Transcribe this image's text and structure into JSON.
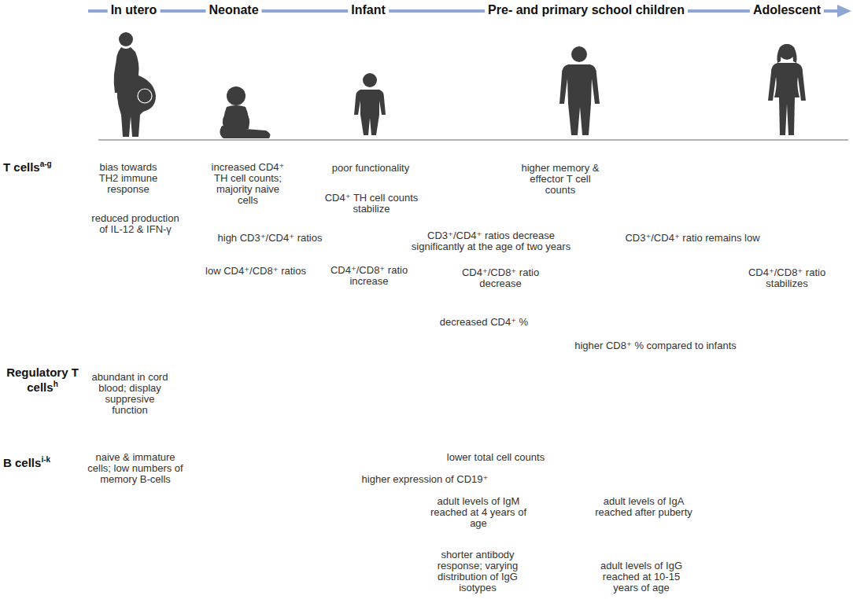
{
  "diagram": {
    "labels": [
      "In utero",
      "Neonate",
      "Infant",
      "Pre- and primary school children",
      "Adolescent",
      "T cells",
      "a-g",
      "Regulatory T cells",
      "h",
      "B cells",
      "i-k",
      "bias towards TH2 immune response",
      "reduced production of IL-12 & IFN-γ",
      "increased CD4⁺ TH cell counts; majority naive cells",
      "high CD3⁺/CD4⁺ ratios",
      "low CD4⁺/CD8⁺ ratios",
      "poor functionality",
      "CD4⁺ TH cell counts stabilize",
      "CD3⁺/CD4⁺ ratios decrease significantly at the age of two years",
      "CD3⁺/CD4⁺ ratio remains low",
      "CD4⁺/CD8⁺ ratio increase",
      "CD4⁺/CD8⁺ ratio decrease",
      "CD4⁺/CD8⁺ ratio stabilizes",
      "higher memory & effector T cell counts",
      "decreased CD4⁺ %",
      "higher CD8⁺ % compared to infants",
      "abundant in cord blood; display suppresive function",
      "naive & immature cells; low numbers of memory B-cells",
      "lower total cell counts",
      "higher expression of CD19⁺",
      "adult levels of IgM reached at 4 years of age",
      "adult levels of IgA reached after puberty",
      "shorter antibody response; varying distribution of IgG isotypes",
      "adult levels of IgG reached at 10-15 years of age"
    ]
  }
}
